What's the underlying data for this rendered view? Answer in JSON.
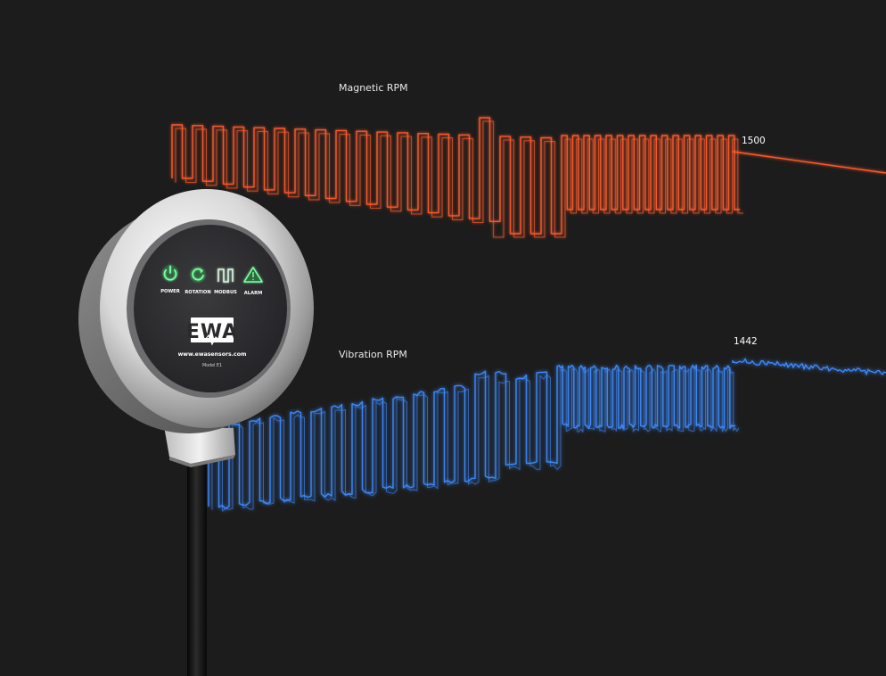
{
  "signals": {
    "magnetic": {
      "label": "Magnetic RPM",
      "value": "1500",
      "color": "#ff5a2a"
    },
    "vibration": {
      "label": "Vibration RPM",
      "value": "1442",
      "color": "#3d8bff"
    }
  },
  "sensor": {
    "indicators": [
      {
        "label": "POWER",
        "icon": "power-icon"
      },
      {
        "label": "ROTATION",
        "icon": "rotation-icon"
      },
      {
        "label": "MODBUS",
        "icon": "modbus-icon"
      },
      {
        "label": "ALARM",
        "icon": "alarm-icon"
      }
    ],
    "brand": "EWA",
    "website": "www.ewasensors.com",
    "model": "Model E1",
    "indicator_color": "#4be07a"
  }
}
